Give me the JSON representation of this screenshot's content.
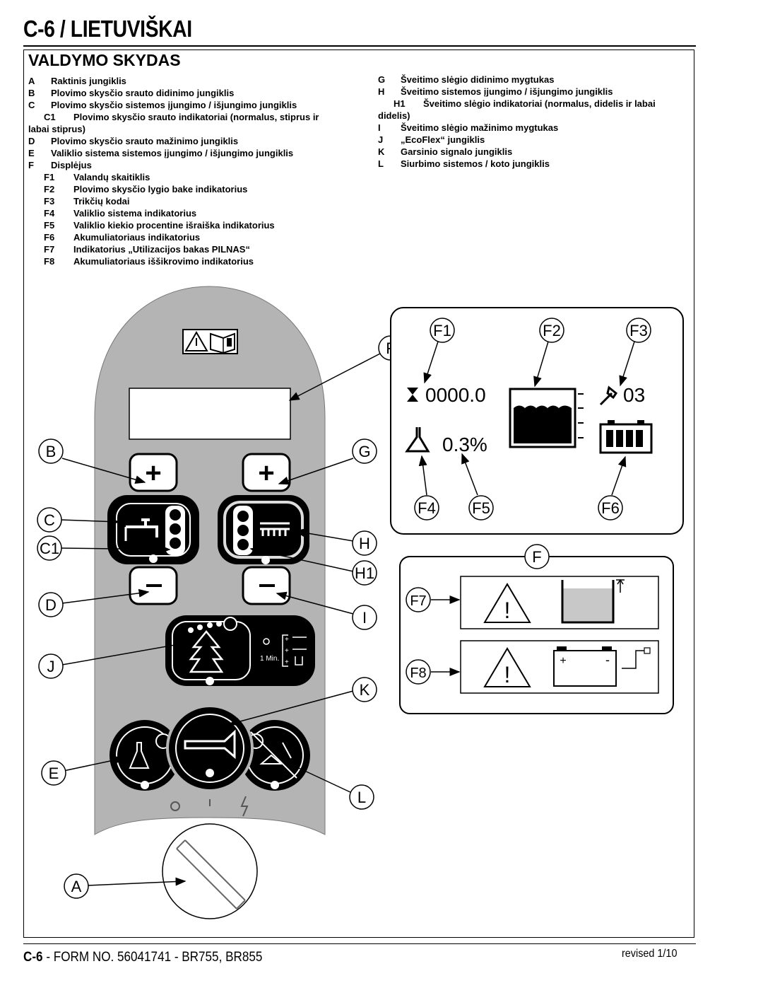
{
  "header": {
    "title": "C-6 / LIETUVIŠKAI",
    "section": "VALDYMO SKYDAS"
  },
  "legend_left": [
    {
      "key": "A",
      "text": "Raktinis jungiklis"
    },
    {
      "key": "B",
      "text": "Plovimo skysčio srauto didinimo jungiklis"
    },
    {
      "key": "C",
      "text": "Plovimo skysčio sistemos įjungimo / išjungimo jungiklis"
    },
    {
      "key": "C1",
      "text": "Plovimo skysčio srauto indikatoriai (normalus, stiprus ir",
      "cont": "labai stiprus)"
    },
    {
      "key": "D",
      "text": "Plovimo skysčio srauto mažinimo jungiklis"
    },
    {
      "key": "E",
      "text": "Valiklio sistema sistemos įjungimo / išjungimo jungiklis"
    },
    {
      "key": "F",
      "text": "Displėjus"
    },
    {
      "key": "F1",
      "text": "Valandų skaitiklis"
    },
    {
      "key": "F2",
      "text": "Plovimo skysčio lygio bake indikatorius"
    },
    {
      "key": "F3",
      "text": "Trikčių kodai"
    },
    {
      "key": "F4",
      "text": "Valiklio sistema indikatorius"
    },
    {
      "key": "F5",
      "text": "Valiklio kiekio procentine išraiška indikatorius"
    },
    {
      "key": "F6",
      "text": "Akumuliatoriaus indikatorius"
    },
    {
      "key": "F7",
      "text": "Indikatorius „Utilizacijos bakas PILNAS“"
    },
    {
      "key": "F8",
      "text": "Akumuliatoriaus iššikrovimo indikatorius"
    }
  ],
  "legend_right": [
    {
      "key": "G",
      "text": "Šveitimo slėgio didinimo mygtukas"
    },
    {
      "key": "H",
      "text": "Šveitimo sistemos įjungimo / išjungimo jungiklis"
    },
    {
      "key": "H1",
      "text": "Šveitimo slėgio indikatoriai (normalus, didelis ir labai",
      "cont": "didelis)"
    },
    {
      "key": "I",
      "text": "Šveitimo slėgio mažinimo mygtukas"
    },
    {
      "key": "J",
      "text": "„EcoFlex“ jungiklis"
    },
    {
      "key": "K",
      "text": "Garsinio signalo jungiklis"
    },
    {
      "key": "L",
      "text": "Siurbimo sistemos / koto jungiklis"
    }
  ],
  "callouts": [
    "A",
    "B",
    "C",
    "C1",
    "D",
    "E",
    "F",
    "G",
    "H",
    "H1",
    "I",
    "J",
    "K",
    "L",
    "F1",
    "F2",
    "F3",
    "F4",
    "F5",
    "F6",
    "F7",
    "F8"
  ],
  "display": {
    "hours": "0000.0",
    "percent": "0.3%",
    "code": "03"
  },
  "eco_panel": {
    "timer": "1 Min."
  },
  "battery_signs": {
    "plus": "+",
    "minus": "-"
  },
  "footer": {
    "page": "C-6",
    "form": " - FORM NO. 56041741 - BR755, BR855",
    "revised": "revised 1/10"
  },
  "colors": {
    "panel_gray": "#b4b4b4",
    "fluid_gray": "#c8c8c8"
  }
}
